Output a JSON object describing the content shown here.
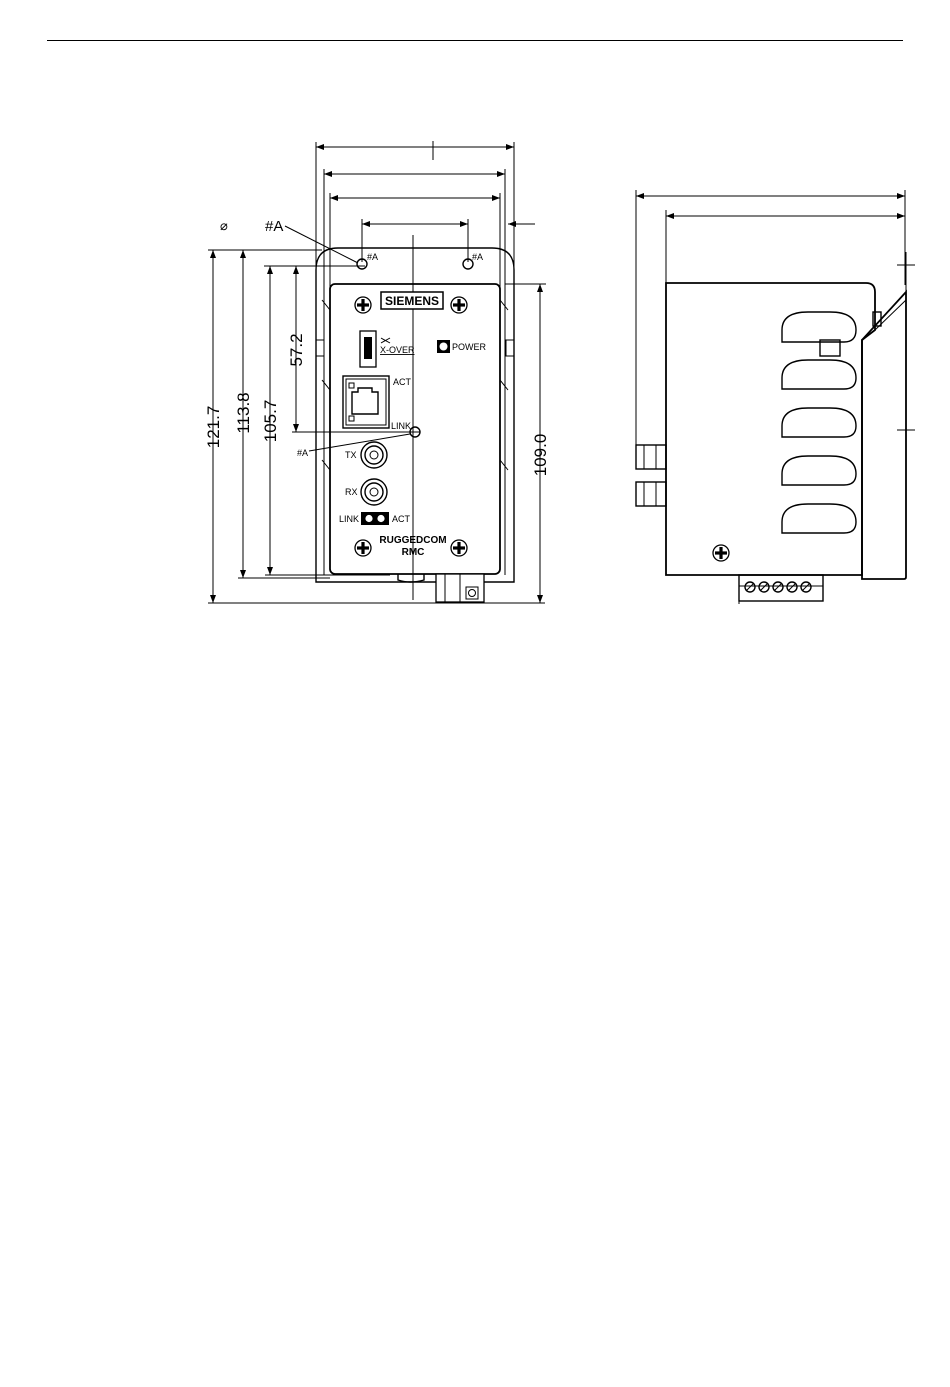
{
  "header": {
    "rule": true
  },
  "front_view": {
    "symbol_diameter": "⌀",
    "hole_ref": "#A",
    "hole_label_left": "#A",
    "hole_label_right": "#A",
    "hole_label_center": "#A",
    "brand": "SIEMENS",
    "xover": "X-OVER",
    "power": "POWER",
    "act_top": "ACT",
    "link_top": "LINK",
    "tx": "TX",
    "rx": "RX",
    "link_bottom": "LINK",
    "act_bottom": "ACT",
    "product_line1": "RUGGEDCOM",
    "product_line2": "RMC",
    "dims": {
      "d1": "121.7",
      "d2": "113.8",
      "d3": "105.7",
      "d4": "57.2",
      "d5": "109.0"
    }
  }
}
